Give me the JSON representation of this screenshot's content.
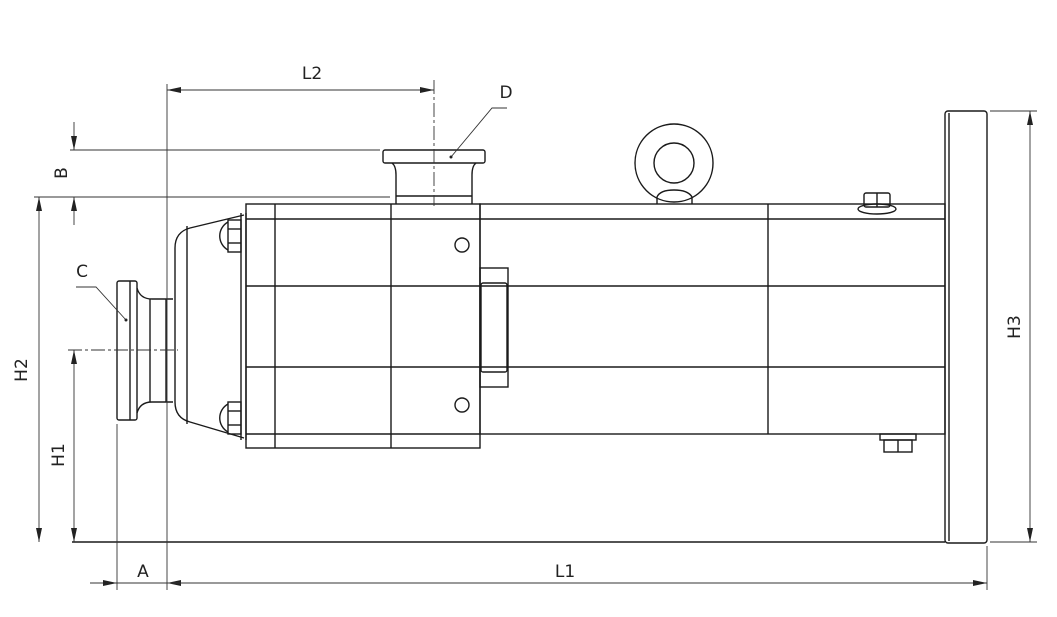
{
  "drawing": {
    "labels": {
      "L1": "L1",
      "L2": "L2",
      "H1": "H1",
      "H2": "H2",
      "H3": "H3",
      "A": "A",
      "B": "B",
      "C": "C",
      "D": "D"
    },
    "line_color": "#1a1a1a"
  }
}
